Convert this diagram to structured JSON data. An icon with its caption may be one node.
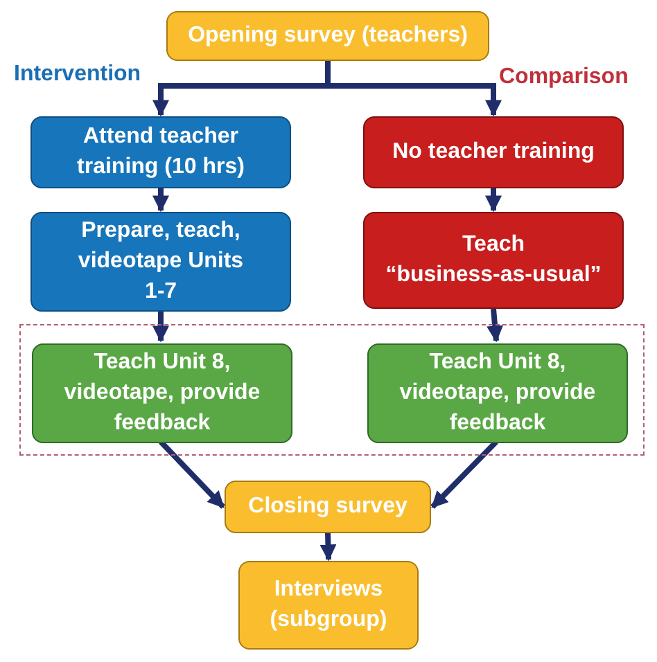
{
  "diagram": {
    "nodes": [
      {
        "text": [
          "Opening survey (teachers)"
        ]
      },
      {
        "text": [
          "Attend teacher training (10 hrs)"
        ]
      },
      {
        "text": [
          "No teacher training"
        ]
      },
      {
        "text": [
          "Prepare, teach, videotape Units 1-7"
        ]
      },
      {
        "text": [
          "Teach “business-as-usual”"
        ]
      },
      {
        "text": [],
        "shape": "box"
      },
      {
        "text": [
          "Teach Unit 8, videotape, provide feedback"
        ],
        "in": 5
      },
      {
        "text": [
          "Teach Unit 8, videotape, provide feedback"
        ],
        "in": 5
      },
      {
        "text": [
          "Closing survey"
        ]
      },
      {
        "text": [
          "Interviews (subgroup)"
        ]
      }
    ],
    "edges": [
      {
        "from": 0,
        "to": 1,
        "arrow": "to"
      },
      {
        "from": 0,
        "to": 2,
        "arrow": "to"
      },
      {
        "from": 1,
        "to": 3,
        "arrow": "to"
      },
      {
        "from": 2,
        "to": 4,
        "arrow": "to"
      },
      {
        "from": 3,
        "to": 6,
        "arrow": "to"
      },
      {
        "from": 4,
        "to": 7,
        "arrow": "to"
      },
      {
        "from": 6,
        "to": 8,
        "arrow": "to"
      },
      {
        "from": 7,
        "to": 8,
        "arrow": "to"
      },
      {
        "from": 8,
        "to": 9,
        "arrow": "to"
      }
    ],
    "labels": [
      "Intervention",
      "Comparison"
    ]
  }
}
